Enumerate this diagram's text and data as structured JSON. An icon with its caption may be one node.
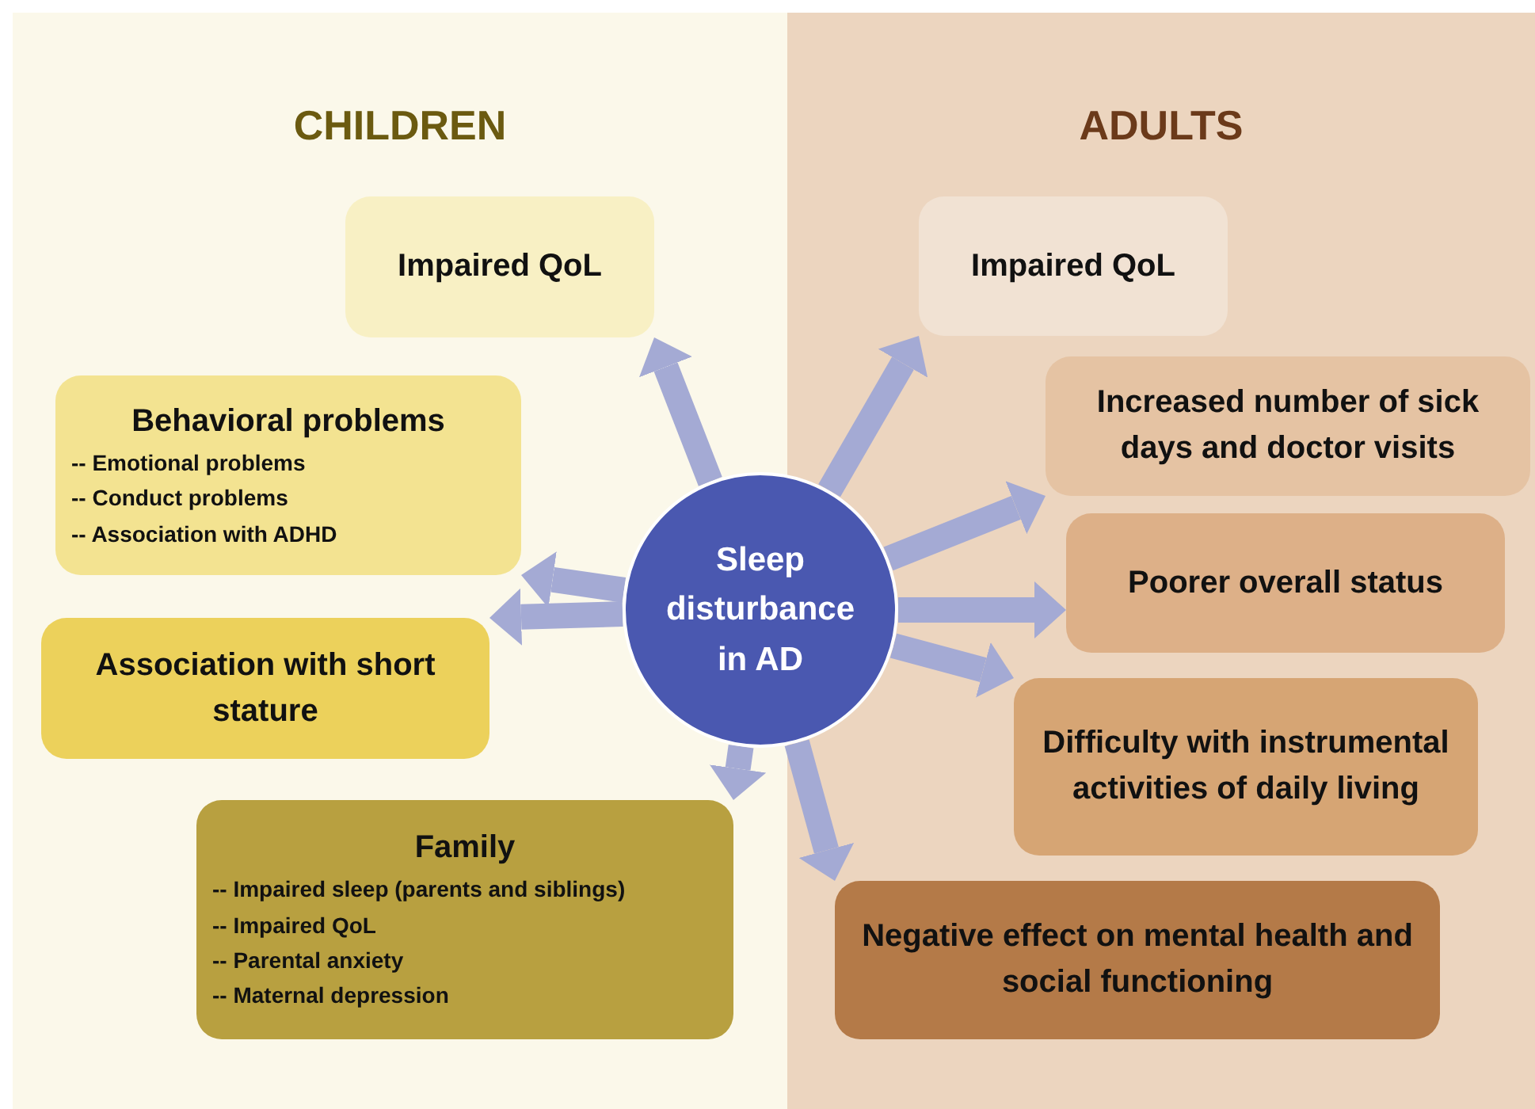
{
  "diagram": {
    "nodes": [
      {
        "text": [
          "CHILDREN"
        ]
      },
      {
        "text": [
          "ADULTS"
        ]
      },
      {
        "text": [
          "Sleep disturbance in AD"
        ]
      },
      {
        "text": [
          "Impaired QoL"
        ],
        "in": 0
      },
      {
        "text": [
          "Behavioral problems",
          "-- Emotional problems",
          "-- Conduct problems",
          "-- Association with ADHD"
        ],
        "in": 0
      },
      {
        "text": [
          "Association with short stature"
        ],
        "in": 0
      },
      {
        "text": [
          "Family",
          "-- Impaired sleep (parents and siblings)",
          "-- Impaired QoL",
          "-- Parental anxiety",
          "-- Maternal depression"
        ],
        "in": 0
      },
      {
        "text": [
          "Impaired QoL"
        ],
        "in": 1
      },
      {
        "text": [
          "Increased number of sick days and doctor visits"
        ],
        "in": 1
      },
      {
        "text": [
          "Poorer overall status"
        ],
        "in": 1
      },
      {
        "text": [
          "Difficulty with instrumental activities of daily living"
        ],
        "in": 1
      },
      {
        "text": [
          "Negative effect on mental health and social functioning"
        ],
        "in": 1
      }
    ],
    "edges": [
      {
        "from": 2,
        "to": 3,
        "arrow": "to"
      },
      {
        "from": 2,
        "to": 4,
        "arrow": "to"
      },
      {
        "from": 2,
        "to": 5,
        "arrow": "to"
      },
      {
        "from": 2,
        "to": 6,
        "arrow": "to"
      },
      {
        "from": 2,
        "to": 7,
        "arrow": "to"
      },
      {
        "from": 2,
        "to": 8,
        "arrow": "to"
      },
      {
        "from": 2,
        "to": 9,
        "arrow": "to"
      },
      {
        "from": 2,
        "to": 10,
        "arrow": "to"
      },
      {
        "from": 2,
        "to": 11,
        "arrow": "to"
      }
    ]
  }
}
